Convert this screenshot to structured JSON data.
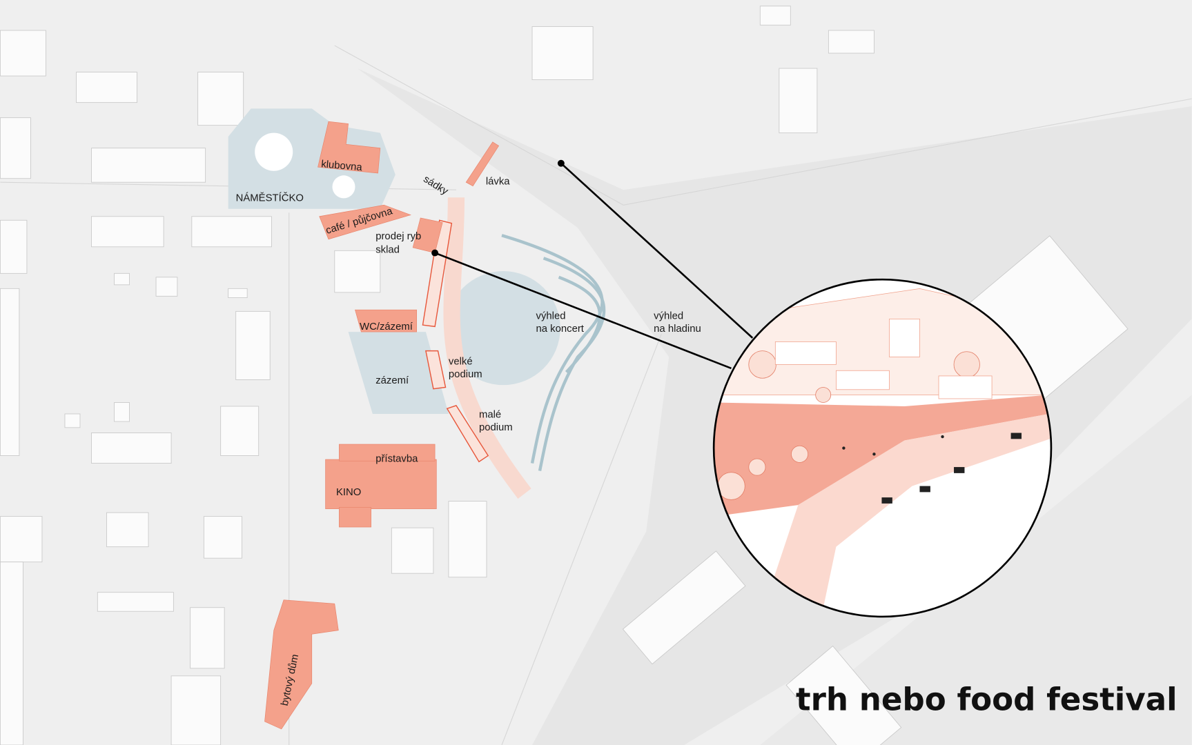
{
  "title": "trh nebo food festival",
  "labels": {
    "namesticko": "NÁMĚSTÍČKO",
    "klubovna": "klubovna",
    "sadky": "sádky",
    "lavka": "lávka",
    "cafe": "café / půjčovna",
    "prodej_1": "prodej ryb",
    "prodej_2": "sklad",
    "wc": "WC/zázemí",
    "velke_1": "velké",
    "velke_2": "podium",
    "zazemi": "zázemí",
    "koncert_1": "výhled",
    "koncert_2": "na koncert",
    "hladina_1": "výhled",
    "hladina_2": "na hladinu",
    "male_1": "malé",
    "male_2": "podium",
    "pristavba": "přístavba",
    "kino": "KINO",
    "bytovy": "bytový dům"
  },
  "colors": {
    "accent": "#f4a18b",
    "plaza": "#d3dfe4",
    "water_lines": "#a9c3cc",
    "background": "#efefef"
  }
}
